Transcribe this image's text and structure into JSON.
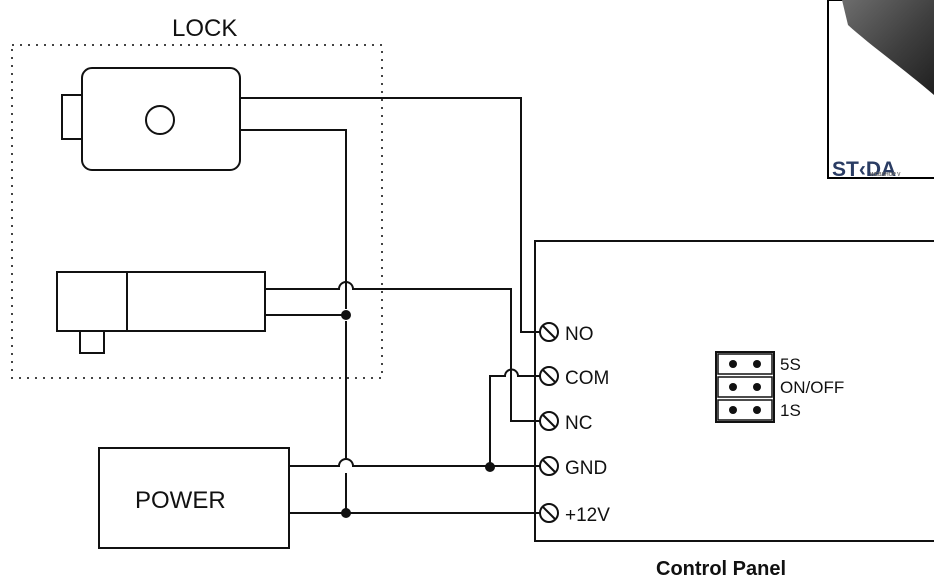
{
  "lock": {
    "label": "LOCK"
  },
  "power": {
    "label": "POWER"
  },
  "control_panel": {
    "title": "Control Panel",
    "terminals": [
      "NO",
      "COM",
      "NC",
      "GND",
      "+12V"
    ],
    "jumper_labels": [
      "5S",
      "ON/OFF",
      "1S"
    ]
  },
  "photo_inset": {
    "logo": {
      "text": "ST‹DA",
      "tagline": "WEBSHOP V"
    }
  }
}
